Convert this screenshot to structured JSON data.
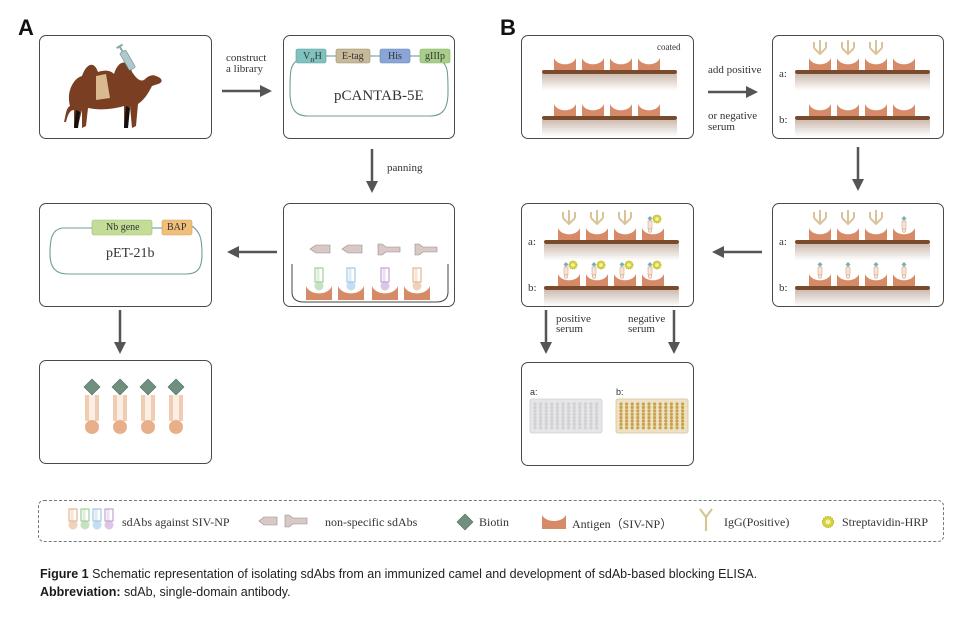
{
  "panels": {
    "a": {
      "letter": "A",
      "step1": {
        "illustration": "camel-with-syringe"
      },
      "arrow1_label_line1": "construct",
      "arrow1_label_line2": "a library",
      "step2": {
        "vector_name": "pCANTAB-5E",
        "segments": [
          {
            "label": "VHH",
            "main": "V",
            "sub": "H",
            "tail": "H",
            "color": "#7fc3c0"
          },
          {
            "label": "E-tag",
            "color": "#c8b99a"
          },
          {
            "label": "His",
            "color": "#8aa6d6"
          },
          {
            "label": "gIIIp",
            "color": "#a7cf8a"
          }
        ]
      },
      "arrow2_label": "panning",
      "step3": {
        "nonspecific_count": 4,
        "bound_colors": [
          "#9fcf9a",
          "#9cc8e8",
          "#c2a3d6",
          "#e9b48f"
        ]
      },
      "step4": {
        "vector_name": "pET-21b",
        "segments": [
          {
            "label": "Nb gene",
            "color": "#c3dc96"
          },
          {
            "label": "BAP",
            "color": "#f0c07a"
          }
        ]
      },
      "step5": {
        "count": 4
      }
    },
    "b": {
      "letter": "B",
      "step1_label": "coated",
      "arrow1_label_line1": "add positive",
      "arrow1_label_line2": "or negative",
      "arrow1_label_line3": "serum",
      "row_a": "a:",
      "row_b": "b:",
      "arrow_pos_line1": "positive",
      "arrow_pos_line2": "serum",
      "arrow_neg_line1": "negative",
      "arrow_neg_line2": "serum",
      "plate_a_label": "a:",
      "plate_b_label": "b:"
    }
  },
  "legend": {
    "items": [
      {
        "icon": "sdab-icon",
        "label": "sdAbs against SIV-NP"
      },
      {
        "icon": "nonspecific-sdab-icon",
        "label": "non-specific sdAbs"
      },
      {
        "icon": "biotin-icon",
        "label": "Biotin"
      },
      {
        "icon": "antigen-icon",
        "label": "Antigen（SIV-NP）"
      },
      {
        "icon": "igg-icon",
        "label": "IgG(Positive)"
      },
      {
        "icon": "streptavidin-hrp-icon",
        "label": "Streptavidin-HRP"
      }
    ]
  },
  "caption": {
    "figure_label": "Figure 1",
    "figure_text": "Schematic representation of isolating sdAbs from an immunized camel and development of sdAb-based blocking ELISA.",
    "abbrev_label": "Abbreviation:",
    "abbrev_text": "sdAb, single-domain antibody."
  },
  "colors": {
    "antigen": "#d68a68",
    "plate": "#7a4a2c",
    "biotin": "#6f8f7f",
    "hrp": "#d8d23a",
    "igg": "#d9c49a",
    "sdab": "#e8b898",
    "arrow": "#555555"
  }
}
